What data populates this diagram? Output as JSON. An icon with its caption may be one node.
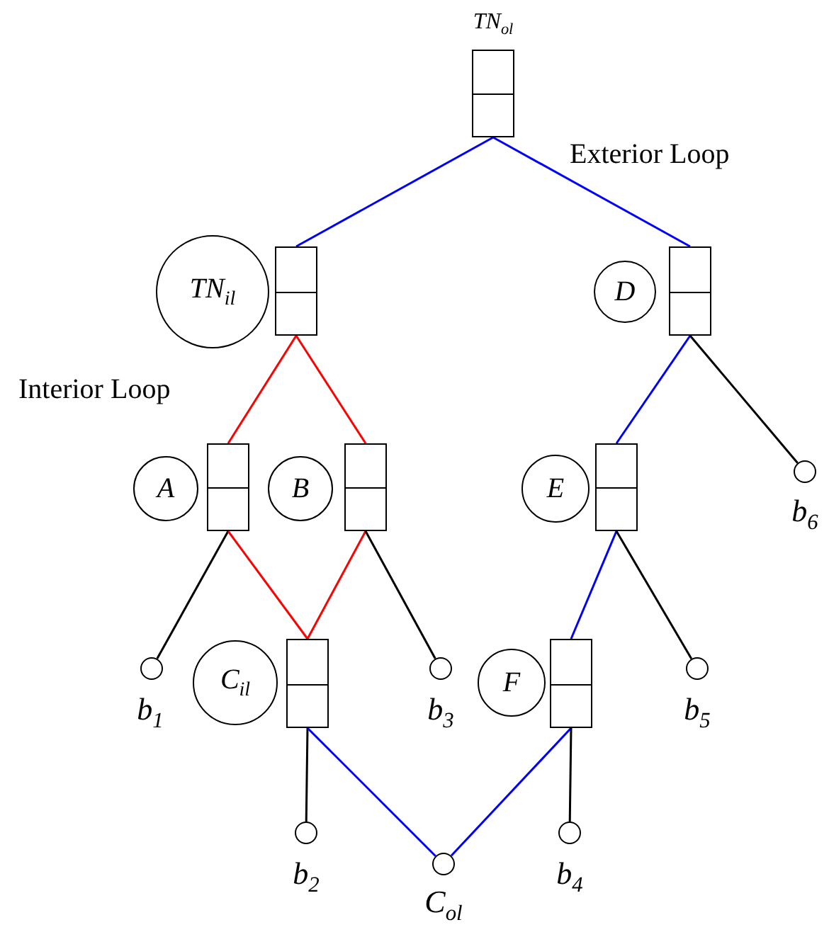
{
  "diagram": {
    "nodes": [
      {
        "text": [],
        "shape": "box",
        "beside": [
          "TN$_{ol}$"
        ]
      },
      {
        "text": [
          "TN$_{il}$"
        ]
      },
      {
        "text": [],
        "shape": "box"
      },
      {
        "text": [
          "D"
        ]
      },
      {
        "text": [],
        "shape": "box"
      },
      {
        "text": [
          "A"
        ]
      },
      {
        "text": [],
        "shape": "box"
      },
      {
        "text": [
          "B"
        ]
      },
      {
        "text": [],
        "shape": "box"
      },
      {
        "text": [
          "E"
        ]
      },
      {
        "text": [],
        "shape": "box"
      },
      {
        "text": [],
        "shape": "circle",
        "beside": [
          "b$_{6}$"
        ]
      },
      {
        "text": [],
        "shape": "circle",
        "beside": [
          "b$_{1}$"
        ]
      },
      {
        "text": [
          "C$_{il}$"
        ]
      },
      {
        "text": [],
        "shape": "box"
      },
      {
        "text": [],
        "shape": "circle",
        "beside": [
          "b$_{3}$"
        ]
      },
      {
        "text": [
          "F"
        ]
      },
      {
        "text": [],
        "shape": "box"
      },
      {
        "text": [],
        "shape": "circle",
        "beside": [
          "b$_{5}$"
        ]
      },
      {
        "text": [],
        "shape": "circle",
        "beside": [
          "b$_{2}$"
        ]
      },
      {
        "text": [],
        "shape": "circle",
        "beside": [
          "C$_{ol}$"
        ]
      },
      {
        "text": [],
        "shape": "circle",
        "beside": [
          "b$_{4}$"
        ]
      }
    ],
    "edges": [
      {
        "from": 0,
        "to": 2,
        "arrow": "none",
        "color": "#0000ff"
      },
      {
        "from": 0,
        "to": 4,
        "arrow": "none",
        "color": "#0000ff"
      },
      {
        "from": 2,
        "to": 6,
        "arrow": "none",
        "color": "#ff0000"
      },
      {
        "from": 2,
        "to": 8,
        "arrow": "none",
        "color": "#ff0000"
      },
      {
        "from": 4,
        "to": 10,
        "arrow": "none",
        "color": "#0000ff"
      },
      {
        "from": 4,
        "to": 11,
        "arrow": "none",
        "color": "#000000"
      },
      {
        "from": 6,
        "to": 12,
        "arrow": "none",
        "color": "#000000"
      },
      {
        "from": 6,
        "to": 14,
        "arrow": "none",
        "color": "#ff0000"
      },
      {
        "from": 8,
        "to": 14,
        "arrow": "none",
        "color": "#ff0000"
      },
      {
        "from": 8,
        "to": 15,
        "arrow": "none",
        "color": "#000000"
      },
      {
        "from": 10,
        "to": 17,
        "arrow": "none",
        "color": "#0000ff"
      },
      {
        "from": 10,
        "to": 18,
        "arrow": "none",
        "color": "#000000"
      },
      {
        "from": 14,
        "to": 19,
        "arrow": "none",
        "color": "#000000"
      },
      {
        "from": 14,
        "to": 20,
        "arrow": "none",
        "color": "#0000ff"
      },
      {
        "from": 17,
        "to": 20,
        "arrow": "none",
        "color": "#0000ff"
      },
      {
        "from": 17,
        "to": 21,
        "arrow": "none",
        "color": "#000000"
      }
    ],
    "labels": [
      "Exterior Loop",
      "Interior Loop"
    ]
  }
}
